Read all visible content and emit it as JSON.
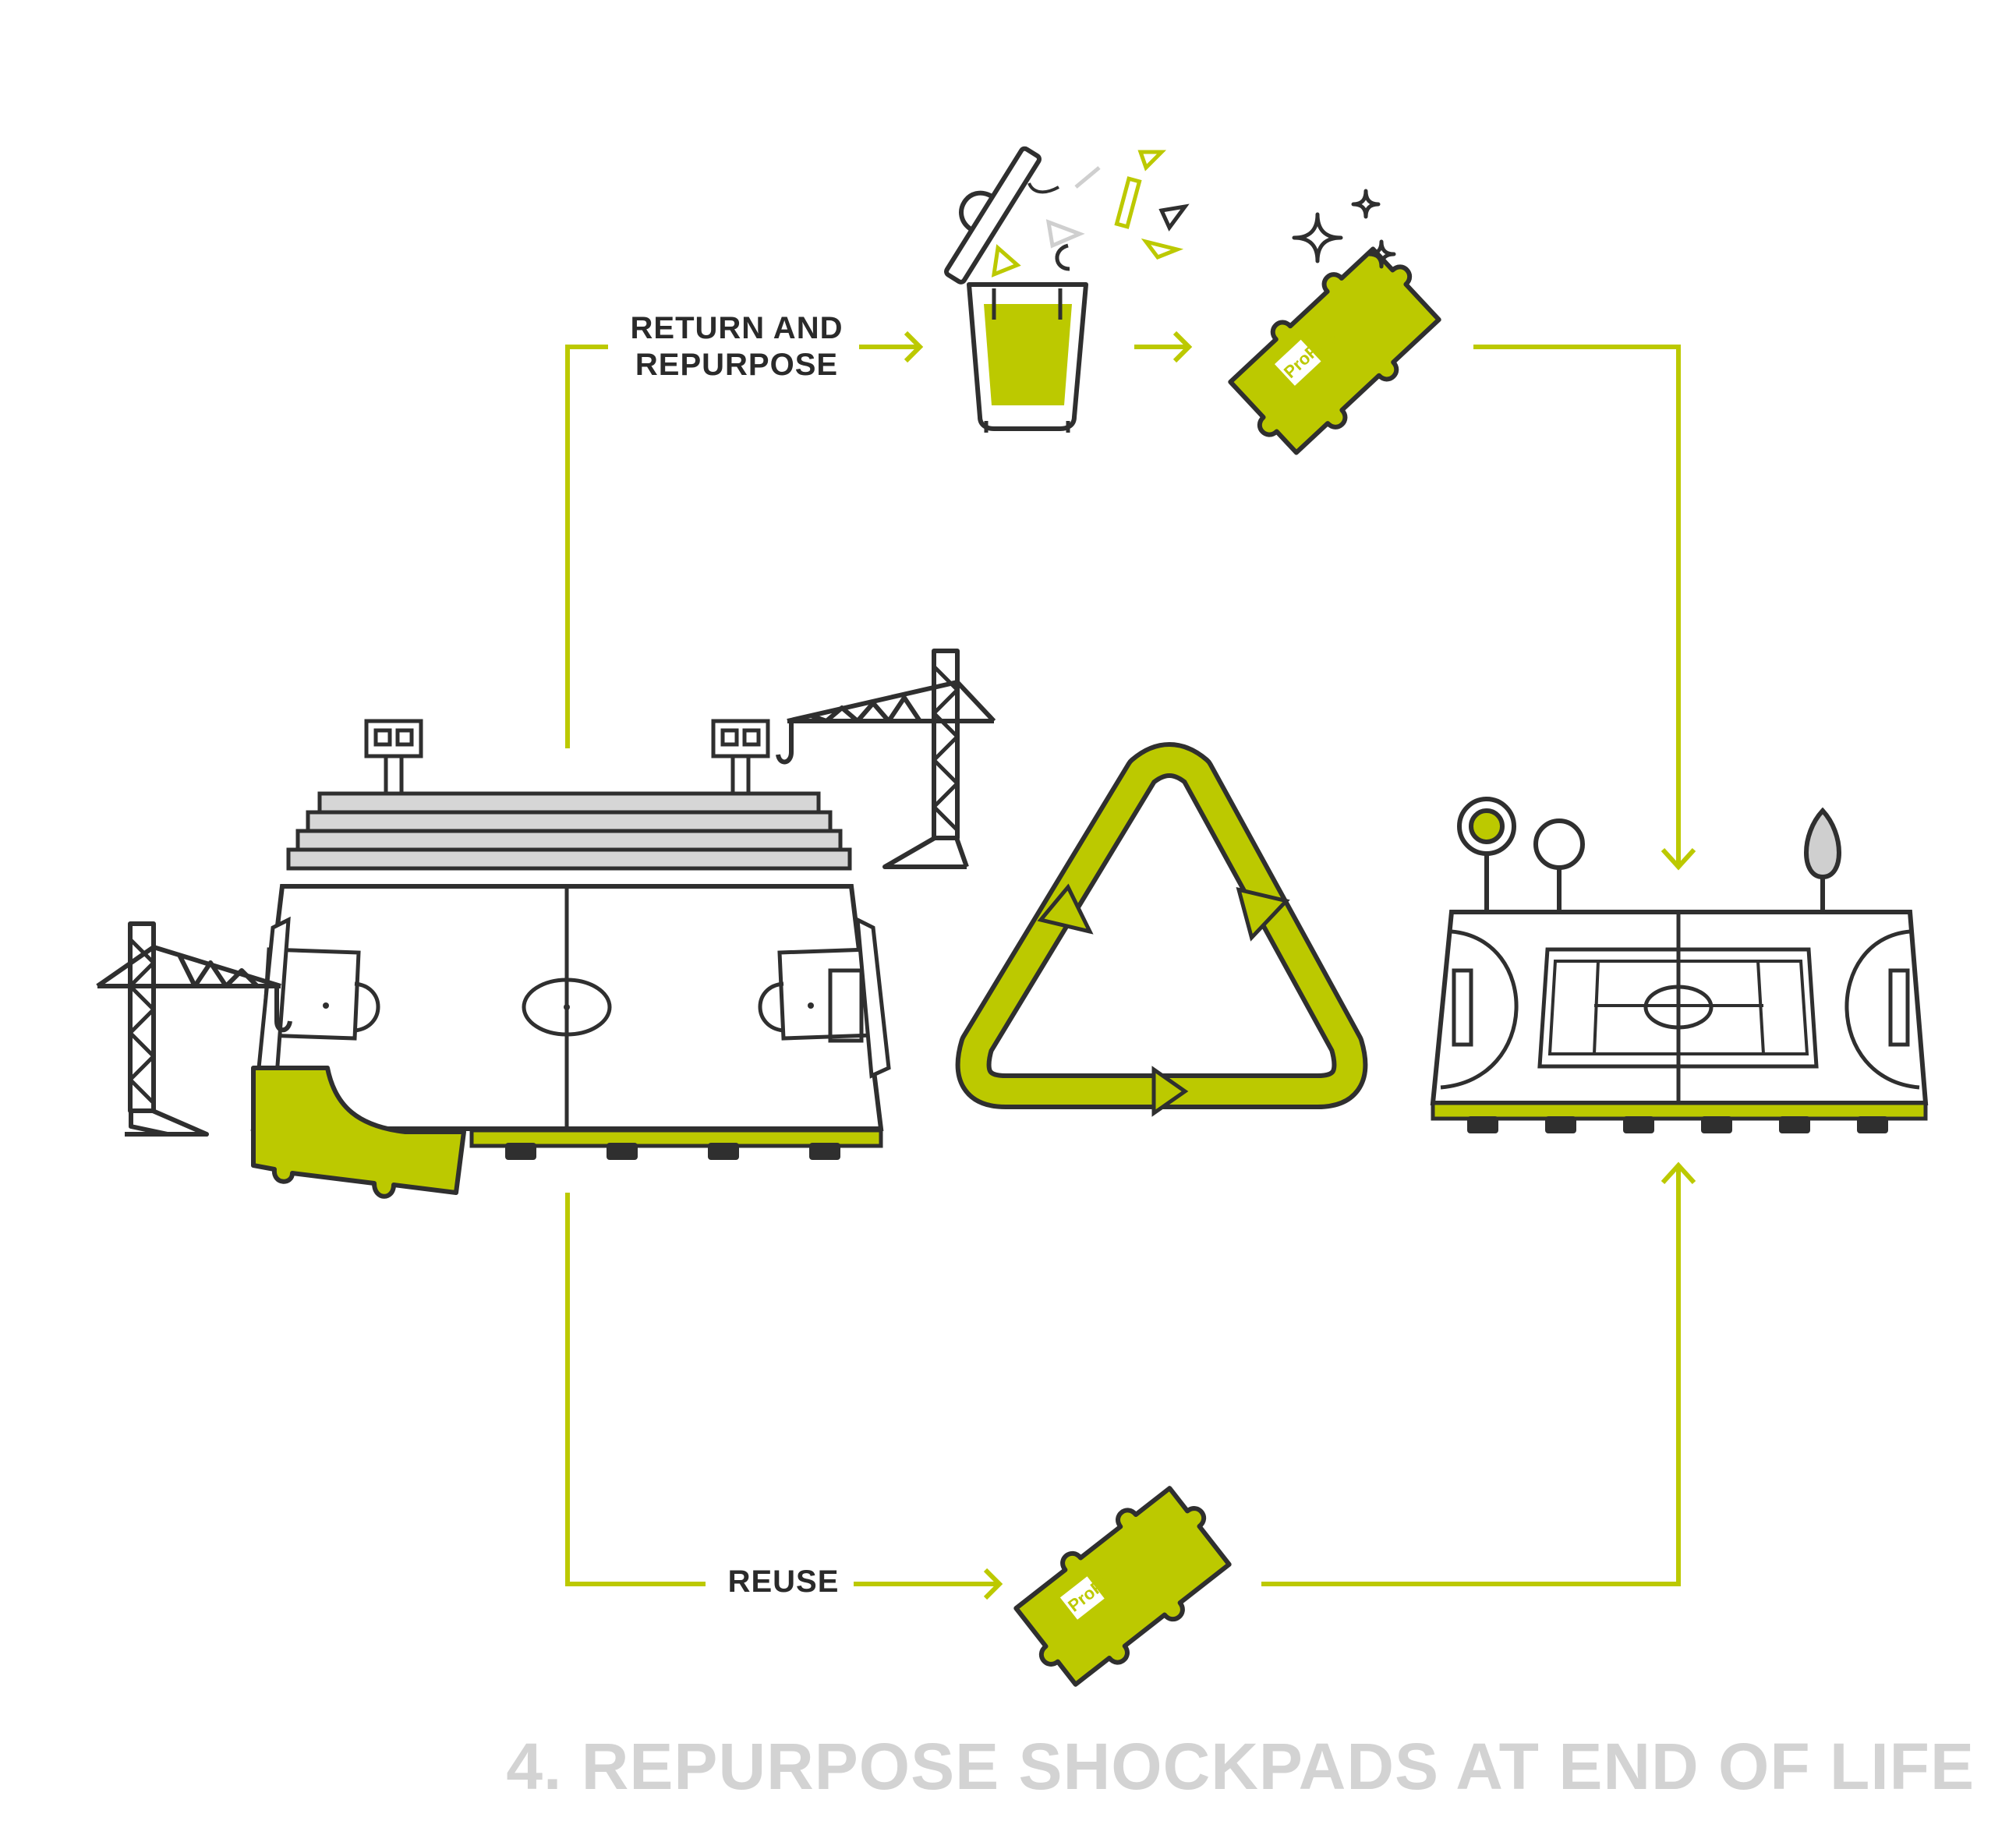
{
  "labels": {
    "return_line1": "RETURN AND",
    "return_line2": "REPURPOSE",
    "reuse": "REUSE",
    "footer": "4. REPURPOSE SHOCKPADS AT END OF LIFE",
    "brand": "ProPlay"
  },
  "colors": {
    "accent": "#bcc900",
    "line": "#2f2f2f",
    "grey_text": "#d3d3d3",
    "light_grey": "#cfcfcf",
    "white": "#ffffff"
  },
  "icons": [
    "stadium-construction-icon",
    "crane-icon",
    "recycle-bin-icon",
    "shockpad-tile-icon",
    "sparkle-icon",
    "recycling-triangle-icon",
    "multi-sport-court-icon",
    "tree-icon"
  ]
}
